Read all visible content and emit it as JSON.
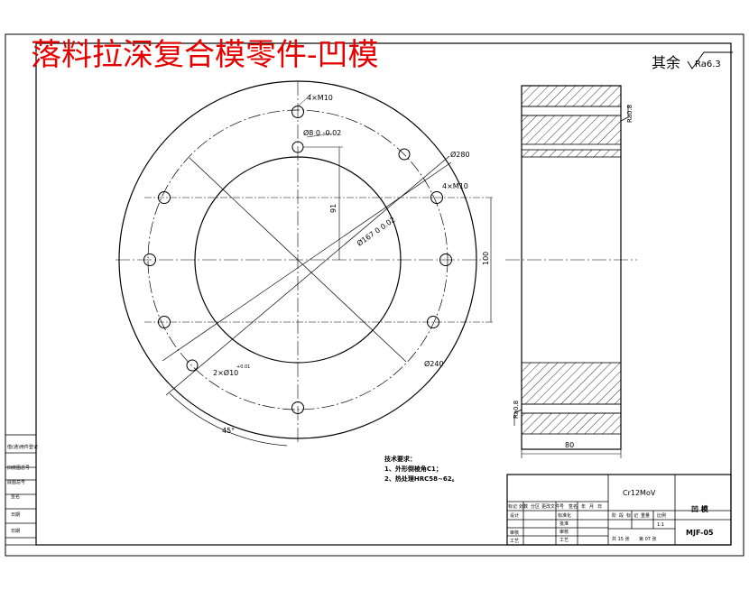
{
  "title": "落料拉深复合模零件-凹模",
  "roughness_note": {
    "label": "其余",
    "value": "Ra6.3"
  },
  "front_view": {
    "labels": {
      "tapped_holes_top": "4×M10",
      "pin_hole": "Ø8 0 -0.02",
      "pcd": "Ø280",
      "tapped_holes_right": "4×M10",
      "dim_vertical_91": "91",
      "bore": "Ø167 0 0.02",
      "dim_100": "100",
      "dowel": "2×Ø10",
      "dowel_tol": "+0.01",
      "outer": "Ø240",
      "angle": "45°"
    }
  },
  "side_view": {
    "roughness_top": "Ra0.8",
    "roughness_bottom": "Ra0.8",
    "width": "80"
  },
  "tech_requirements": {
    "title": "技术要求：",
    "items": [
      "1、外形倒棱角C1；",
      "2、热处理HRC58~62。"
    ]
  },
  "left_strip": {
    "cells": [
      "借(通)用件登记",
      "旧底图总号",
      "底图总号",
      "签名",
      "日期",
      "日期"
    ]
  },
  "title_block": {
    "material": "Cr12MoV",
    "part_name": "凹 模",
    "drawing_no": "MJF-05",
    "scale": "1:1",
    "sheet_total": "共 15 张",
    "sheet_no": "第 07 张",
    "change_row": [
      "标记",
      "处数",
      "分区",
      "更改文件号",
      "签名",
      "年",
      "月",
      "日"
    ],
    "row_labels": [
      "设计",
      "标准化",
      "审核",
      "工艺"
    ],
    "mid_labels": [
      "批准",
      "审核",
      "工艺"
    ],
    "stage_row": [
      "阶",
      "段",
      "标",
      "记",
      "重量",
      "比例"
    ]
  }
}
